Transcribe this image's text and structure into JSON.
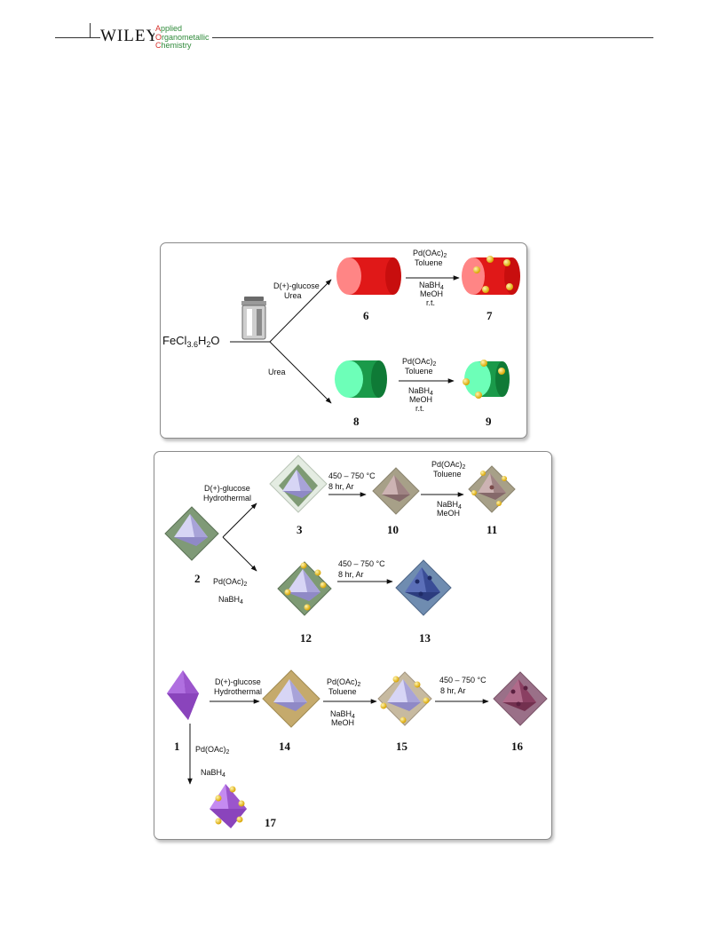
{
  "header": {
    "publisher": "WILEY",
    "journal_lines": [
      {
        "initial": "A",
        "rest": "pplied"
      },
      {
        "initial": "O",
        "rest": "rganometallic"
      },
      {
        "initial": "C",
        "rest": "hemistry"
      }
    ]
  },
  "scheme_a": {
    "reactant": {
      "base": "FeCl",
      "sub1": "3.6",
      "mid": "H",
      "sub2": "2",
      "end": "O"
    },
    "upper_conditions": [
      "D(+)-glucose",
      "Urea"
    ],
    "lower_conditions": [
      "Urea"
    ],
    "pd_conditions": {
      "line1": "Pd(OAc)",
      "line1_sub": "2",
      "line2": "Toluene",
      "line3": "NaBH",
      "line3_sub": "4",
      "line4": "MeOH",
      "line5": "r.t."
    },
    "labels": [
      "6",
      "7",
      "8",
      "9"
    ]
  },
  "scheme_b": {
    "glucose": [
      "D(+)-glucose",
      "Hydrothermal"
    ],
    "calcination": [
      "450 – 750 °C",
      "8 hr, Ar"
    ],
    "pd_toluene": {
      "line1": "Pd(OAc)",
      "line1_sub": "2",
      "line2": "Toluene",
      "line3": "NaBH",
      "line3_sub": "4",
      "line4": "MeOH"
    },
    "pd_nabh4": {
      "line1": "Pd(OAc)",
      "line1_sub": "2",
      "line2": "NaBH",
      "line2_sub": "4"
    },
    "labels": [
      "1",
      "2",
      "3",
      "10",
      "11",
      "12",
      "13",
      "14",
      "15",
      "16",
      "17"
    ]
  },
  "colors": {
    "red_cylinder": "#e02020",
    "green_cylinder": "#1a9a4a",
    "pd_particle": "#f2c21a",
    "octahedron_purple": "#a25ad0",
    "accent_red": "#d6322c",
    "accent_green": "#2f8a3a"
  }
}
